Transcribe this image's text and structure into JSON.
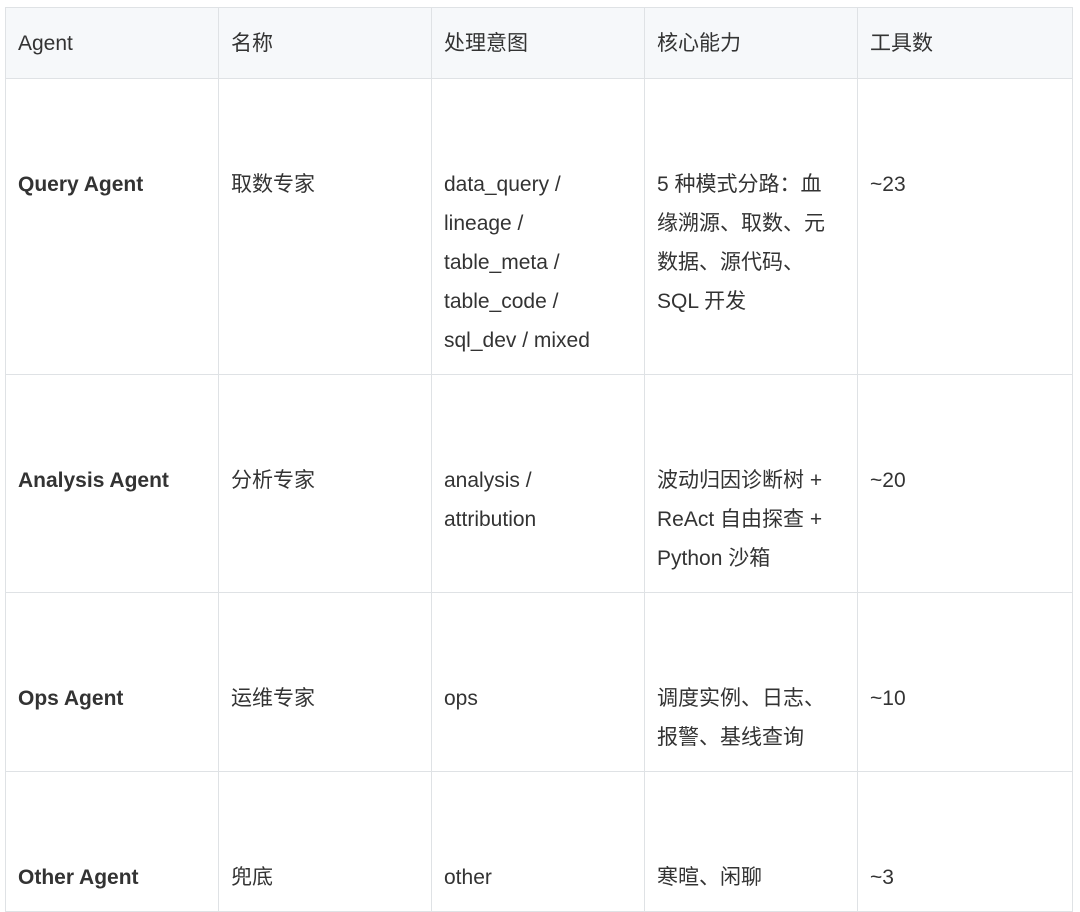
{
  "table": {
    "headers": [
      "Agent",
      "名称",
      "处理意图",
      "核心能力",
      "工具数"
    ],
    "rows": [
      {
        "agent": "Query Agent",
        "name": "取数专家",
        "intent_lines": [
          "data_query /",
          "lineage /",
          "table_meta /",
          "table_code /",
          "sql_dev / mixed"
        ],
        "capability_lines": [
          "5 种模式分路：血",
          "缘溯源、取数、元",
          "数据、源代码、",
          "SQL 开发"
        ],
        "tools": "~23"
      },
      {
        "agent": "Analysis Agent",
        "name": "分析专家",
        "intent_lines": [
          "analysis /",
          "attribution"
        ],
        "capability_lines": [
          "波动归因诊断树 +",
          "ReAct 自由探查 +",
          "Python 沙箱"
        ],
        "tools": "~20"
      },
      {
        "agent": "Ops Agent",
        "name": "运维专家",
        "intent_lines": [
          "ops"
        ],
        "capability_lines": [
          "调度实例、日志、",
          "报警、基线查询"
        ],
        "tools": "~10"
      },
      {
        "agent": "Other Agent",
        "name": "兜底",
        "intent_lines": [
          "other"
        ],
        "capability_lines": [
          "寒暄、闲聊"
        ],
        "tools": "~3"
      }
    ]
  }
}
